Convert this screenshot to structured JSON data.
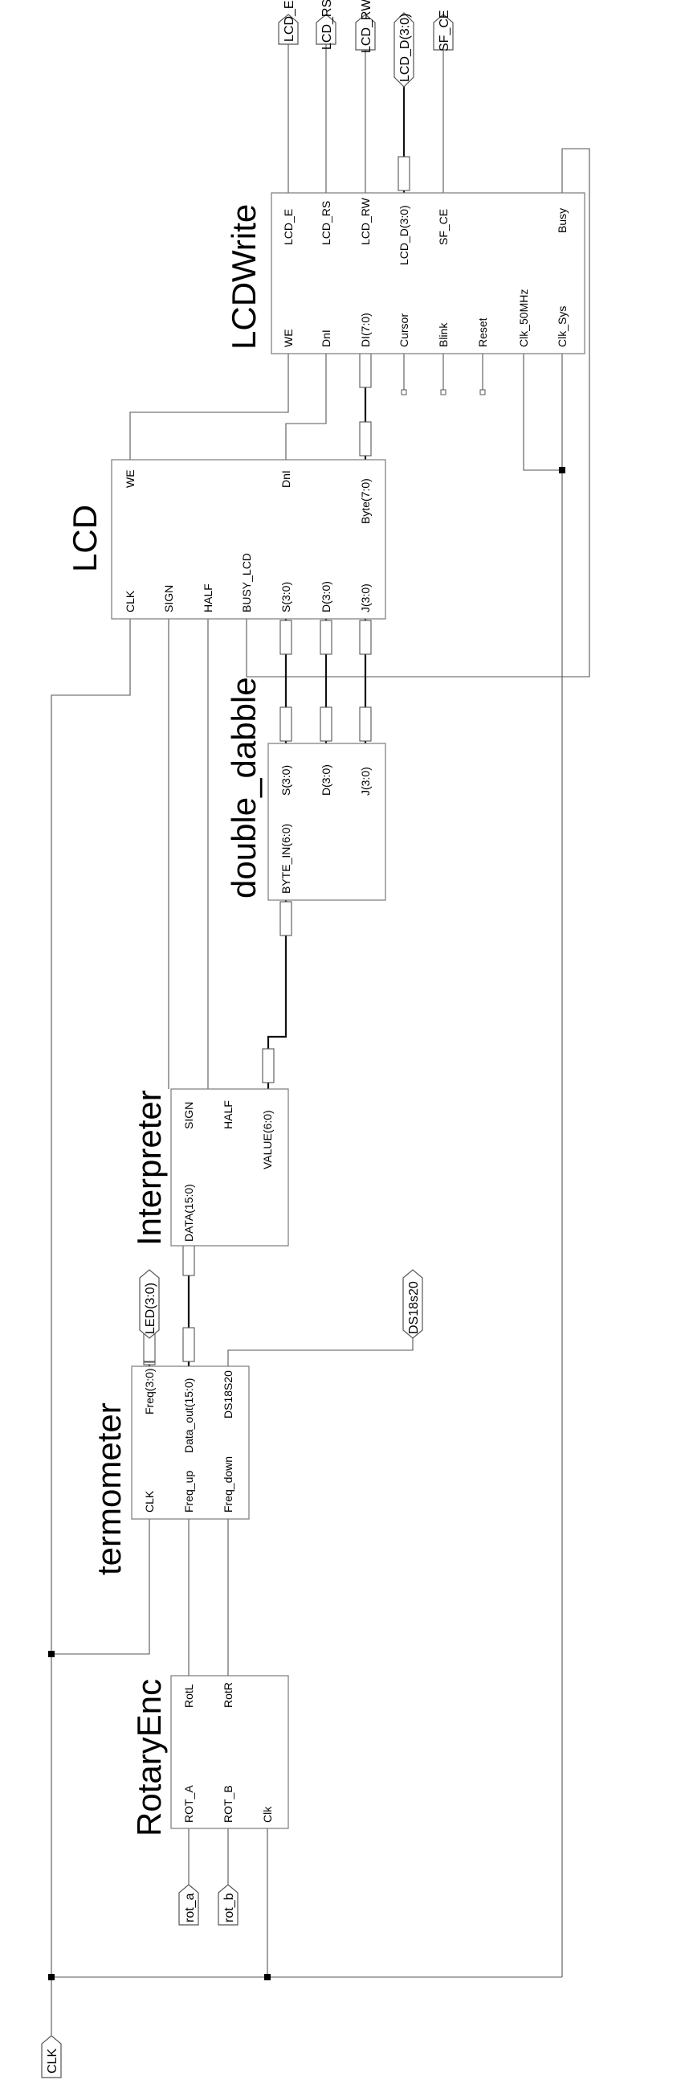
{
  "blocks": {
    "lcdwrite": {
      "title": "LCDWrite",
      "left_pins": [
        "WE",
        "DnI",
        "DI(7:0)",
        "Cursor",
        "Blink",
        "Reset",
        "Clk_50MHz",
        "Clk_Sys"
      ],
      "right_pins": [
        "LCD_E",
        "LCD_RS",
        "LCD_RW",
        "LCD_D(3:0)",
        "SF_CE",
        "Busy"
      ]
    },
    "lcd": {
      "title": "LCD",
      "left_pins": [
        "CLK",
        "SIGN",
        "HALF",
        "BUSY_LCD",
        "S(3:0)",
        "D(3:0)",
        "J(3:0)"
      ],
      "right_pins": [
        "WE",
        "DnI",
        "Byte(7:0)"
      ]
    },
    "double_dabble": {
      "title": "double_dabble",
      "left_pins": [
        "BYTE_IN(6:0)"
      ],
      "right_pins": [
        "S(3:0)",
        "D(3:0)",
        "J(3:0)"
      ]
    },
    "interpreter": {
      "title": "Interpreter",
      "left_pins": [
        "DATA(15:0)"
      ],
      "right_pins": [
        "SIGN",
        "HALF",
        "VALUE(6:0)"
      ]
    },
    "termometer": {
      "title": "termometer",
      "left_pins": [
        "CLK",
        "Freq_up",
        "Freq_down"
      ],
      "right_pins": [
        "Freq(3:0)",
        "Data_out(15:0)",
        "DS18S20"
      ]
    },
    "rotaryenc": {
      "title": "RotaryEnc",
      "left_pins": [
        "ROT_A",
        "ROT_B",
        "Clk"
      ],
      "right_pins": [
        "RotL",
        "RotR"
      ]
    }
  },
  "ports": {
    "lcd_e": "LCD_E",
    "lcd_rs": "LCD_RS",
    "lcd_rw": "LCD_RW",
    "lcd_d": "LCD_D(3:0)",
    "sf_ce": "SF_CE",
    "led": "LED(3:0)",
    "ds18s20": "DS18s20",
    "rot_a": "rot_a",
    "rot_b": "rot_b",
    "clk": "CLK"
  }
}
